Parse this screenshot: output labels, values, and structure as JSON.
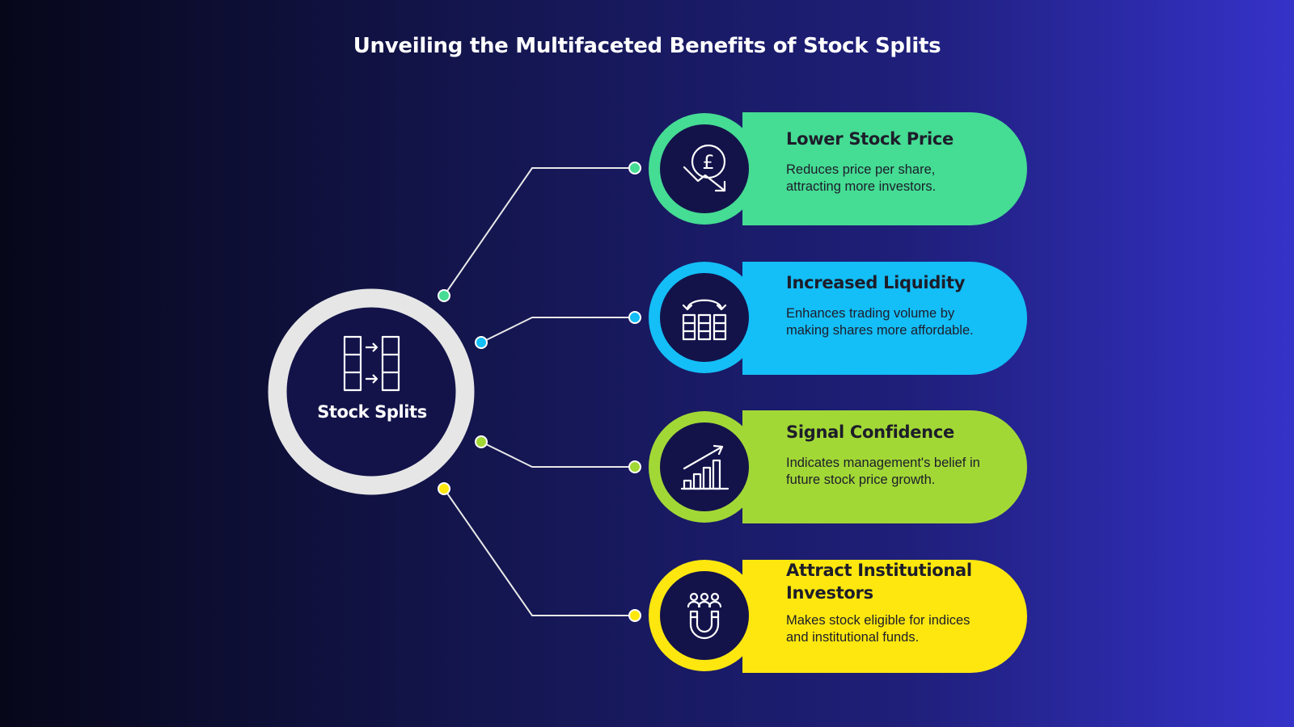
{
  "title": "Unveiling the Multifaceted Benefits of Stock Splits",
  "hub": {
    "label": "Stock Splits",
    "icon": "stock-split-icon",
    "ring_color": "#e8e8e8"
  },
  "items": [
    {
      "title": "Lower Stock Price",
      "description": "Reduces price per share, attracting more investors.",
      "icon": "pound-price-down-icon",
      "color": "#45dc94"
    },
    {
      "title": "Increased Liquidity",
      "description": "Enhances trading volume by making shares more affordable.",
      "icon": "exchange-boxes-icon",
      "color": "#14bef7"
    },
    {
      "title": "Signal Confidence",
      "description": "Indicates management's belief in future stock price growth.",
      "icon": "growth-chart-icon",
      "color": "#a2d836"
    },
    {
      "title": "Attract Institutional Investors",
      "description": "Makes stock eligible for indices and institutional funds.",
      "icon": "magnet-people-icon",
      "color": "#fde70f"
    }
  ]
}
